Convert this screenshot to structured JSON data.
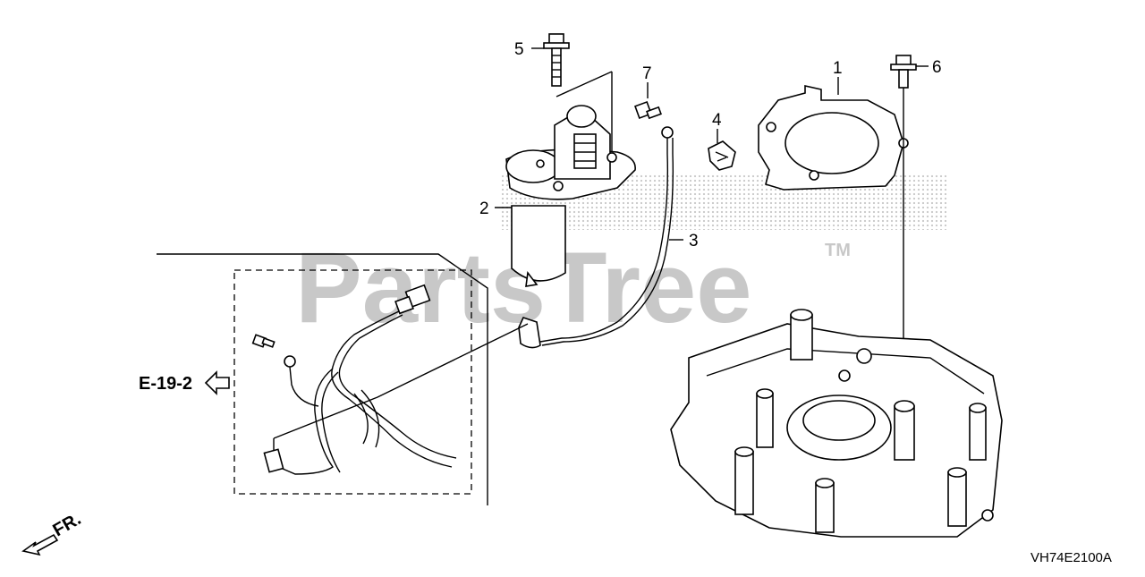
{
  "diagram": {
    "callouts": [
      {
        "id": "1",
        "label": "1"
      },
      {
        "id": "2",
        "label": "2"
      },
      {
        "id": "3",
        "label": "3"
      },
      {
        "id": "4",
        "label": "4"
      },
      {
        "id": "5",
        "label": "5"
      },
      {
        "id": "6",
        "label": "6"
      },
      {
        "id": "7",
        "label": "7"
      }
    ],
    "section_ref": "E-19-2",
    "direction_label": "FR.",
    "drawing_code": "VH74E2100A"
  },
  "watermark": {
    "text": "PartsTree",
    "trademark": "TM"
  },
  "colors": {
    "line": "#000000",
    "watermark": "#c8c8c8",
    "background": "#ffffff"
  }
}
